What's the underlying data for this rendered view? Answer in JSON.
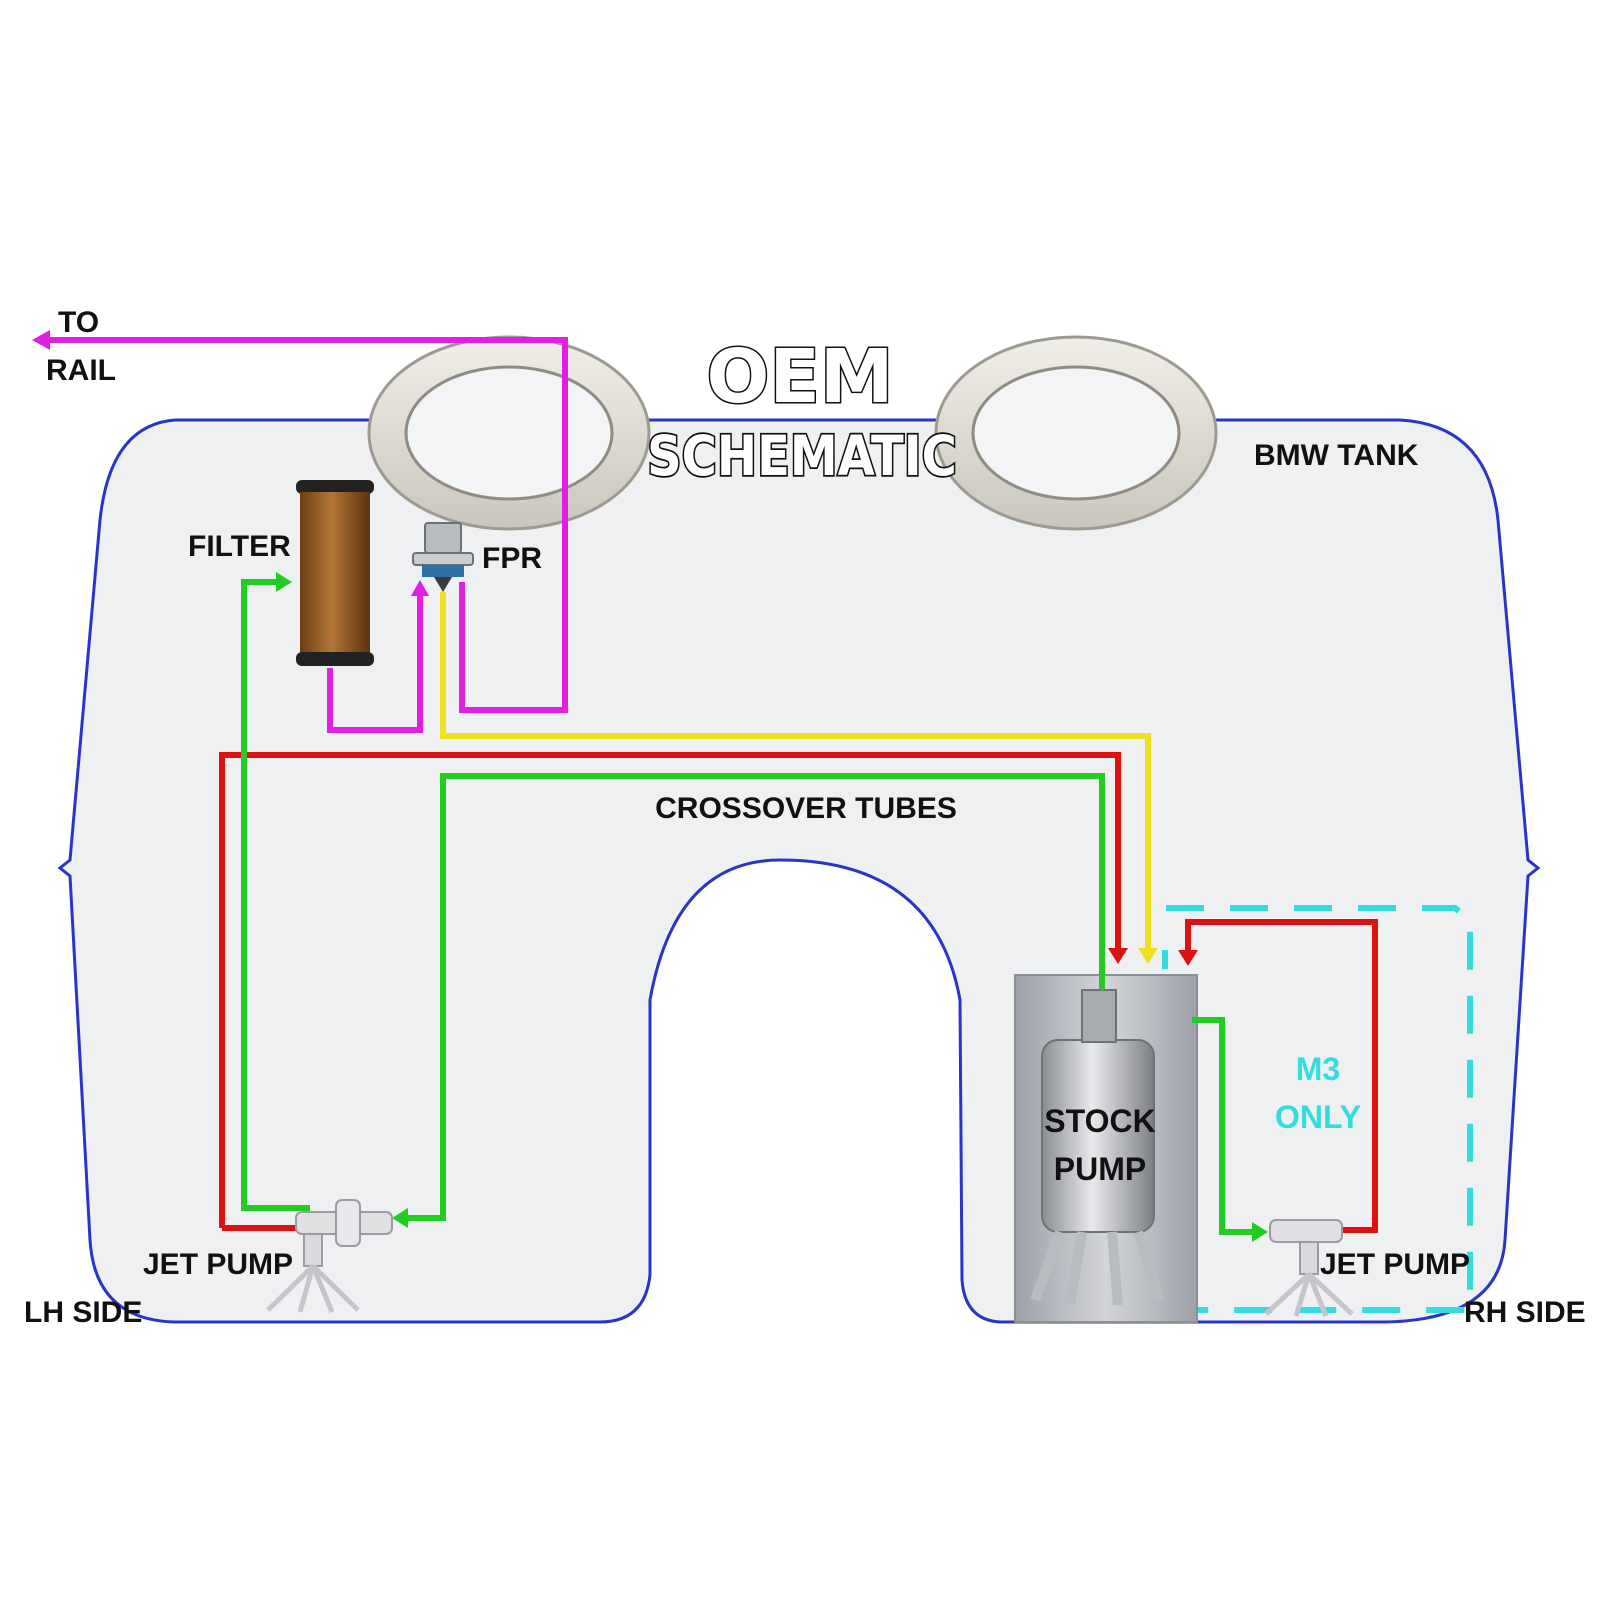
{
  "title": {
    "line1": "OEM",
    "line2": "SCHEMATIC"
  },
  "labels": {
    "to_rail_1": "TO",
    "to_rail_2": "RAIL",
    "bmw_tank": "BMW TANK",
    "filter": "FILTER",
    "fpr": "FPR",
    "crossover": "CROSSOVER TUBES",
    "stock_pump_1": "STOCK",
    "stock_pump_2": "PUMP",
    "m3_only_1": "M3",
    "m3_only_2": "ONLY",
    "jet_pump_left": "JET PUMP",
    "jet_pump_right": "JET PUMP",
    "lh_side": "LH SIDE",
    "rh_side": "RH SIDE"
  },
  "colors": {
    "tank_outline": "#2a34c8",
    "tank_fill": "#eef0f1",
    "feed_line": "#e020e0",
    "return_line": "#dd1111",
    "supply_line": "#22cc22",
    "regulator_line": "#f0e020",
    "m3_region": "#33dddd"
  }
}
